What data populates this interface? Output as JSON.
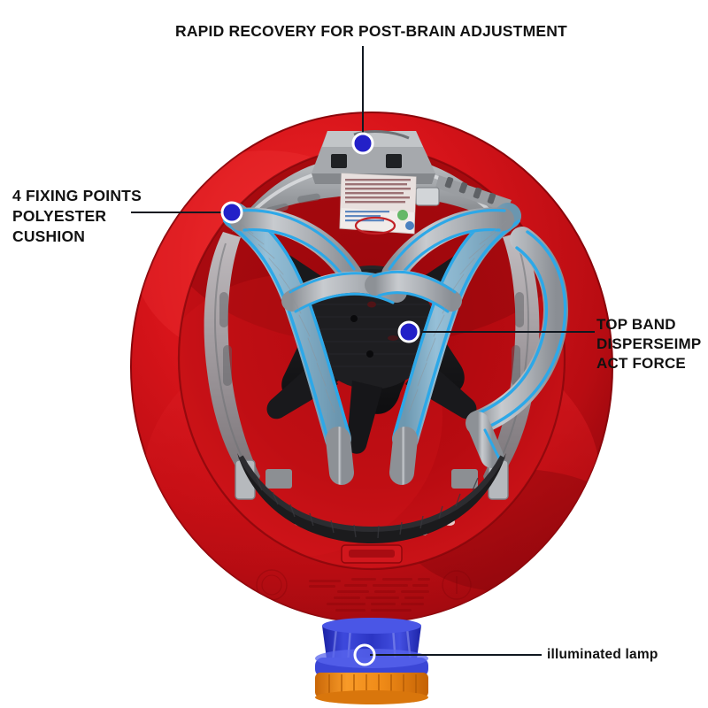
{
  "diagram": {
    "title_visible": false,
    "background_color": "#ffffff",
    "subject": "red-safety-helmet-interior-bottom-view",
    "marker_color": "#2320c8",
    "marker_ring_color": "#ffffff",
    "leader_line_color": "#101820",
    "helmet_shell_color": "#cc1016",
    "helmet_shell_shadow": "#7d060b",
    "harness_gray": "#9c9ea1",
    "webbing_silver": "#b9bcc0",
    "webbing_edge_blue": "#2da8e8",
    "crown_pad_black": "#1a1a1c",
    "sweatband_black": "#1b1b1d",
    "lamp_body_blue": "#2b35c4",
    "lamp_base_orange": "#f08a1c"
  },
  "callouts": [
    {
      "id": "rapid-recovery",
      "lines": [
        "RAPID RECOVERY FOR POST-BRAIN ADJUSTMENT"
      ],
      "marker": "filled-blue-dot",
      "leader": "vertical"
    },
    {
      "id": "fixing-points",
      "lines": [
        "4 FIXING POINTS",
        "POLYESTER",
        "CUSHION"
      ],
      "marker": "filled-blue-dot",
      "leader": "horizontal"
    },
    {
      "id": "top-band",
      "lines": [
        "TOP BAND",
        "DISPERSEIMP",
        "ACT FORCE"
      ],
      "marker": "filled-blue-dot",
      "leader": "horizontal"
    },
    {
      "id": "illuminated-lamp",
      "lines": [
        "illuminated lamp"
      ],
      "marker": "hollow-white-ring",
      "leader": "horizontal"
    }
  ]
}
